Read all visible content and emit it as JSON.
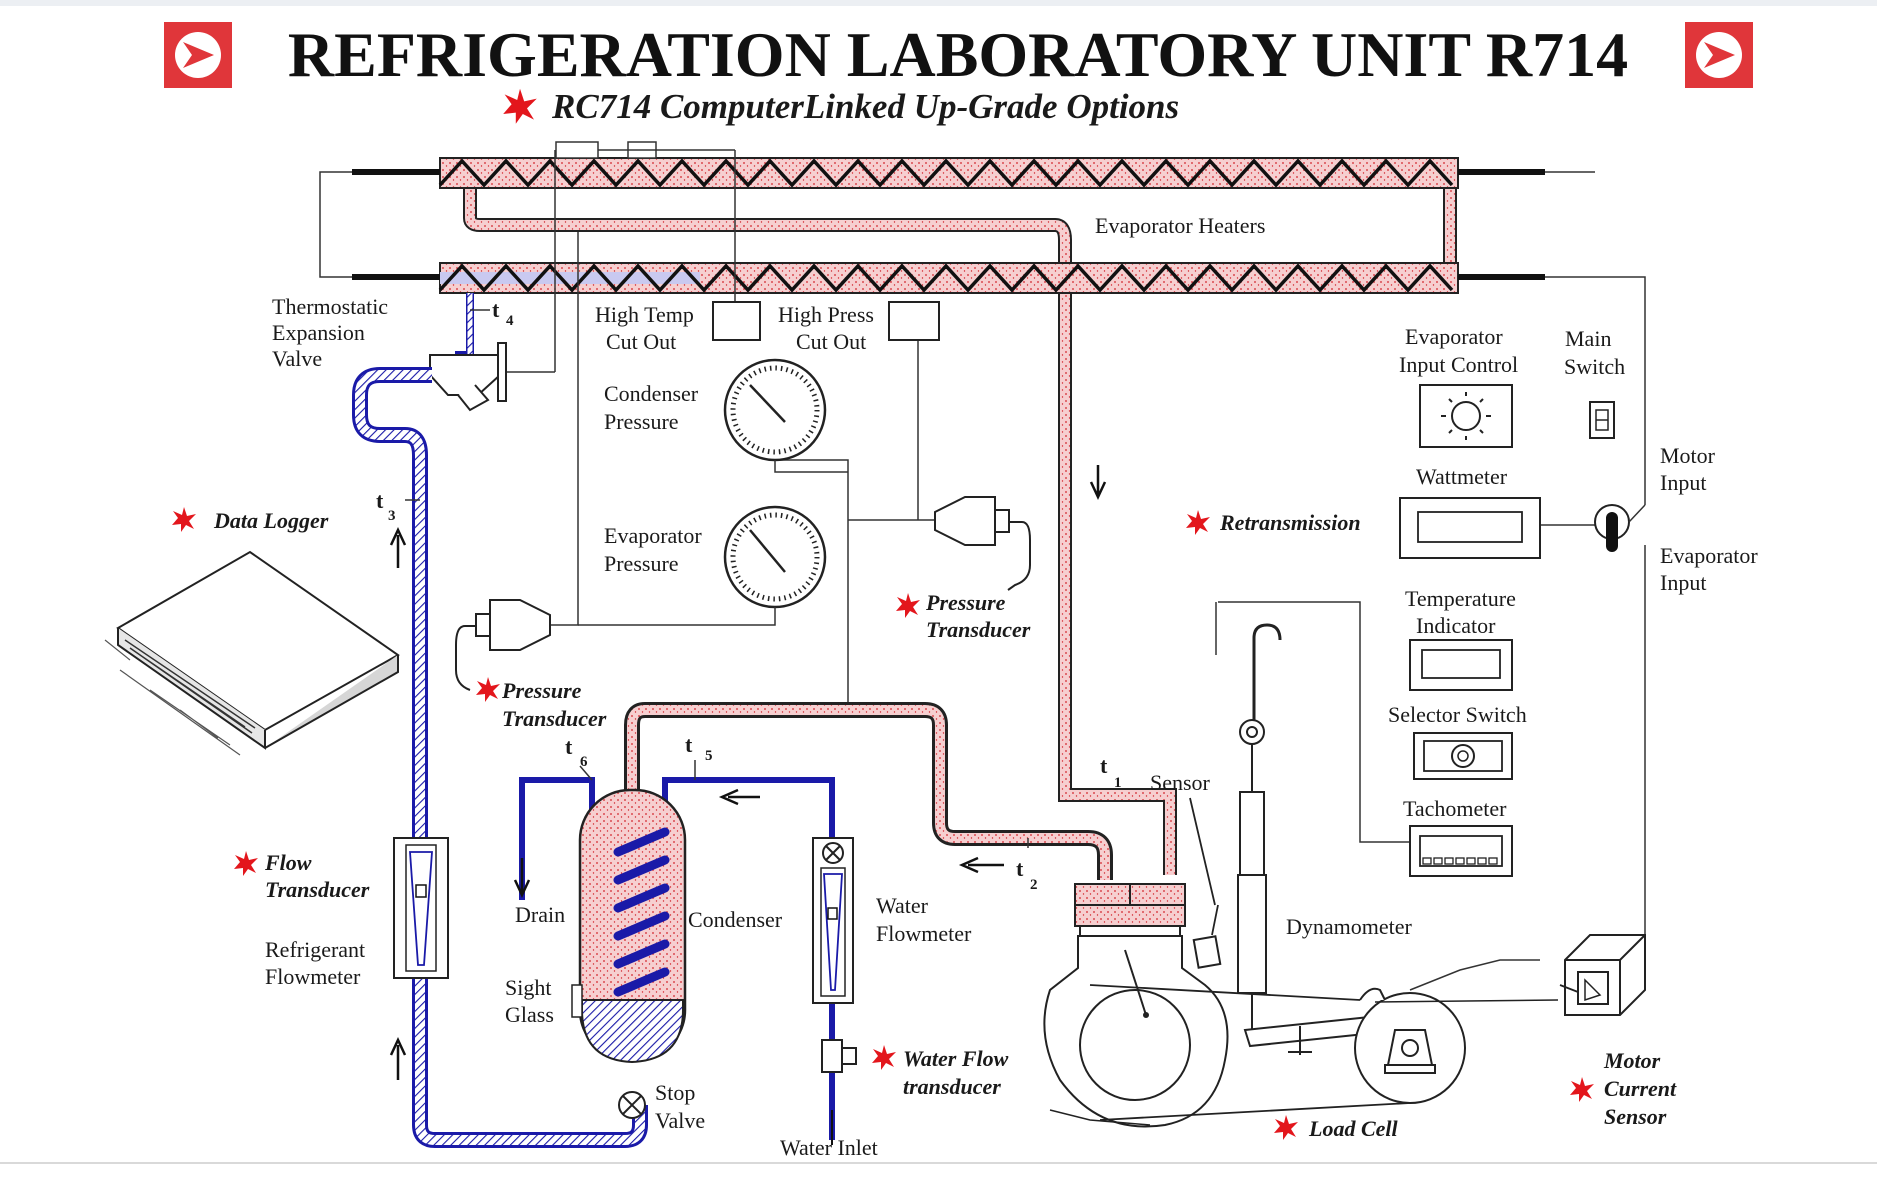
{
  "title": "REFRIGERATION LABORATORY UNIT R714",
  "subtitle": "RC714 ComputerLinked Up-Grade Options",
  "labels": {
    "evaporator_heaters": "Evaporator Heaters",
    "tev_1": "Thermostatic",
    "tev_2": "Expansion",
    "tev_3": "Valve",
    "high_temp_1": "High Temp",
    "high_temp_2": "Cut Out",
    "high_press_1": "High Press",
    "high_press_2": "Cut Out",
    "cond_pressure_1": "Condenser",
    "cond_pressure_2": "Pressure",
    "evap_pressure_1": "Evaporator",
    "evap_pressure_2": "Pressure",
    "evap_input_control_1": "Evaporator",
    "evap_input_control_2": "Input Control",
    "main_switch_1": "Main",
    "main_switch_2": "Switch",
    "motor_input_1": "Motor",
    "motor_input_2": "Input",
    "evaporator_input_1": "Evaporator",
    "evaporator_input_2": "Input",
    "wattmeter": "Wattmeter",
    "temp_indicator_1": "Temperature",
    "temp_indicator_2": "Indicator",
    "selector_switch": "Selector Switch",
    "tachometer": "Tachometer",
    "sensor": "Sensor",
    "dynamometer": "Dynamometer",
    "drain": "Drain",
    "condenser": "Condenser",
    "water_flowmeter_1": "Water",
    "water_flowmeter_2": "Flowmeter",
    "refrigerant_flowmeter_1": "Refrigerant",
    "refrigerant_flowmeter_2": "Flowmeter",
    "sight_glass_1": "Sight",
    "sight_glass_2": "Glass",
    "stop_valve_1": "Stop",
    "stop_valve_2": "Valve",
    "water_inlet": "Water Inlet"
  },
  "temps": {
    "t1": "t",
    "t1_sub": "1",
    "t2": "t",
    "t2_sub": "2",
    "t3": "t",
    "t3_sub": "3",
    "t4": "t",
    "t4_sub": "4",
    "t5": "t",
    "t5_sub": "5",
    "t6": "t",
    "t6_sub": "6"
  },
  "options": {
    "data_logger": "Data Logger",
    "retransmission": "Retransmission",
    "pressure_transducer_1a": "Pressure",
    "pressure_transducer_1b": "Transducer",
    "pressure_transducer_2a": "Pressure",
    "pressure_transducer_2b": "Transducer",
    "flow_transducer_1": "Flow",
    "flow_transducer_2": "Transducer",
    "water_flow_transducer_1": "Water Flow",
    "water_flow_transducer_2": "transducer",
    "load_cell": "Load Cell",
    "motor_current_1": "Motor",
    "motor_current_2": "Current",
    "motor_current_3": "Sensor"
  },
  "colors": {
    "logo_red": "#e0363a",
    "option_star": "#e3161c",
    "liquid_line": "#1a1aa8",
    "refrigerant_pink": "#f6cfd0",
    "dot_red": "#d2242c"
  }
}
